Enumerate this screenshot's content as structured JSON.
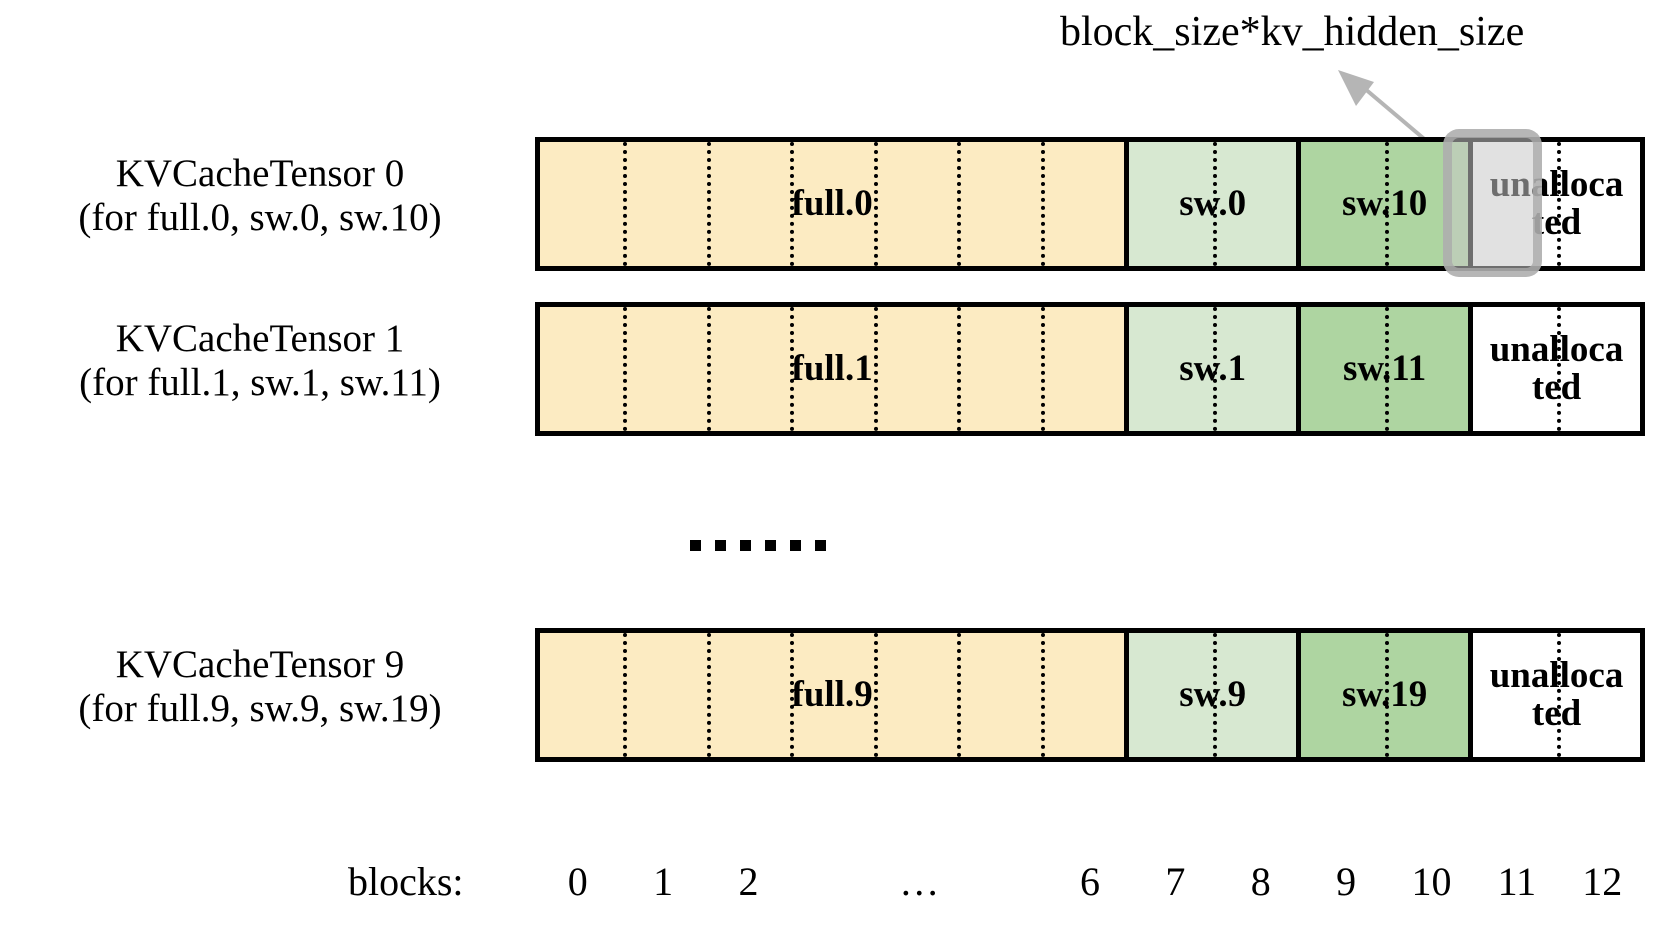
{
  "diagram": {
    "annotation": {
      "label": "block_size*kv_hidden_size",
      "arrow_icon": "arrow-up-left-icon"
    },
    "axis": {
      "title": "blocks:",
      "ticks": [
        "0",
        "1",
        "2",
        "…",
        "6",
        "7",
        "8",
        "9",
        "10",
        "11",
        "12"
      ]
    },
    "ellipsis": "……",
    "colors": {
      "full": "#FCEBC2",
      "sliding_window": "#D7E8D1",
      "sliding_window_high": "#AED5A1",
      "unallocated": "#FFFFFF",
      "border": "#000000",
      "highlight": "#AAAAAA"
    },
    "rows": [
      {
        "label_line1": "KVCacheTensor 0",
        "label_line2": "(for full.0, sw.0, sw.10)",
        "segments": [
          {
            "name": "full",
            "text": "full.0",
            "blocks": 7,
            "kind": "full"
          },
          {
            "name": "sw",
            "text": "sw.0",
            "blocks": 2,
            "kind": "sw"
          },
          {
            "name": "swhi",
            "text": "sw.10",
            "blocks": 2,
            "kind": "swhi"
          },
          {
            "name": "unalloc",
            "text": "unalloca\nted",
            "blocks": 2,
            "kind": "unalloc"
          }
        ]
      },
      {
        "label_line1": "KVCacheTensor 1",
        "label_line2": "(for full.1, sw.1, sw.11)",
        "segments": [
          {
            "name": "full",
            "text": "full.1",
            "blocks": 7,
            "kind": "full"
          },
          {
            "name": "sw",
            "text": "sw.1",
            "blocks": 2,
            "kind": "sw"
          },
          {
            "name": "swhi",
            "text": "sw.11",
            "blocks": 2,
            "kind": "swhi"
          },
          {
            "name": "unalloc",
            "text": "unalloca\nted",
            "blocks": 2,
            "kind": "unalloc"
          }
        ]
      },
      {
        "label_line1": "KVCacheTensor 9",
        "label_line2": "(for full.9, sw.9, sw.19)",
        "segments": [
          {
            "name": "full",
            "text": "full.9",
            "blocks": 7,
            "kind": "full"
          },
          {
            "name": "sw",
            "text": "sw.9",
            "blocks": 2,
            "kind": "sw"
          },
          {
            "name": "swhi",
            "text": "sw.19",
            "blocks": 2,
            "kind": "swhi"
          },
          {
            "name": "unalloc",
            "text": "unalloca\nted",
            "blocks": 2,
            "kind": "unalloc"
          }
        ]
      }
    ]
  }
}
